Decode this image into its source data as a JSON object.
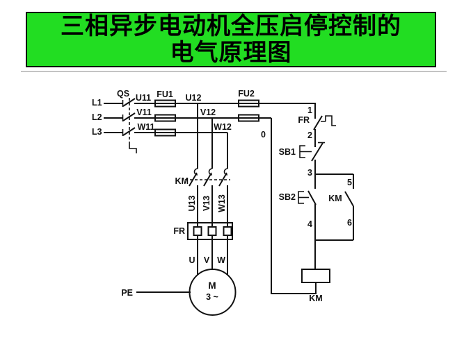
{
  "title": {
    "line1": "三相异步电动机全压启停控制的",
    "line2": "电气原理图"
  },
  "colors": {
    "title_bg": "#22DD22",
    "title_border": "#000000",
    "diagram_line": "#111111",
    "background": "#FFFFFF"
  },
  "power": {
    "phase_labels": [
      "L1",
      "L2",
      "L3"
    ],
    "switch_label": "QS",
    "main_fuse_label": "FU1",
    "supply_wire_labels": [
      "U11",
      "V11",
      "W11"
    ],
    "fused_wire_labels": [
      "U12",
      "V12",
      "W12"
    ],
    "contactor_label": "KM",
    "motor_wire_labels": [
      "U13",
      "V13",
      "W13"
    ],
    "overload_label": "FR",
    "motor_terminal_labels": [
      "U",
      "V",
      "W"
    ],
    "motor_label": "M",
    "motor_type": "3 ~",
    "ground_label": "PE"
  },
  "control": {
    "control_fuse_label": "FU2",
    "zero_node": "0",
    "node_numbers": [
      "1",
      "2",
      "3",
      "4",
      "5",
      "6"
    ],
    "overload_contact_label": "FR",
    "stop_button_label": "SB1",
    "start_button_label": "SB2",
    "holding_contact_label": "KM",
    "coil_label": "KM"
  }
}
